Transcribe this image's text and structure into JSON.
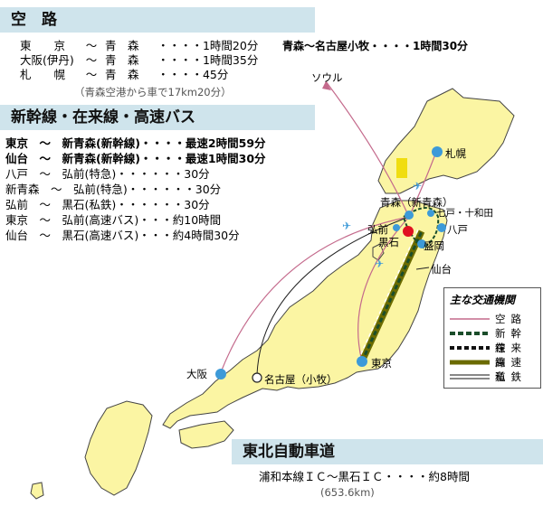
{
  "air": {
    "heading": "空　路",
    "routes": [
      {
        "origin": "東　　京",
        "dest": "青　森",
        "time": "1時間20分"
      },
      {
        "origin": "大阪(伊丹)",
        "dest": "青　森",
        "time": "1時間35分"
      },
      {
        "origin": "札　　幌",
        "dest": "青　森",
        "time": "45分"
      }
    ],
    "separator": "～",
    "dots": "・・・・",
    "note": "（青森空港から車で17km20分）",
    "extra_route": "青森～名古屋小牧・・・・1時間30分"
  },
  "rail": {
    "heading": "新幹線・在来線・高速バス",
    "routes": [
      {
        "text": "東京　～　新青森(新幹線)・・・・最速2時間59分",
        "bold": true
      },
      {
        "text": "仙台　～　新青森(新幹線)・・・・最速1時間30分",
        "bold": true
      },
      {
        "text": "八戸　～　弘前(特急)・・・・・・30分",
        "bold": false
      },
      {
        "text": "新青森　～　弘前(特急)・・・・・・30分",
        "bold": false
      },
      {
        "text": "弘前　～　黒石(私鉄)・・・・・・30分",
        "bold": false
      },
      {
        "text": "東京　～　弘前(高速バス)・・・約10時間",
        "bold": false
      },
      {
        "text": "仙台　～　黒石(高速バス)・・・約4時間30分",
        "bold": false
      }
    ]
  },
  "expressway": {
    "heading": "東北自動車道",
    "route": "浦和本線ＩＣ～黒石ＩＣ・・・・約8時間",
    "distance": "(653.6km)"
  },
  "legend": {
    "title": "主な交通機関",
    "items": [
      {
        "label": "空路",
        "style": "air"
      },
      {
        "label": "新幹線",
        "style": "shinkansen"
      },
      {
        "label": "在来線",
        "style": "conventional"
      },
      {
        "label": "高速道",
        "style": "expressway"
      },
      {
        "label": "私鉄",
        "style": "private"
      }
    ]
  },
  "map_labels": {
    "seoul": "ソウル",
    "sapporo": "札幌",
    "aomori": "青森（新青森）",
    "towada": "七戸・十和田",
    "hirosaki": "弘前",
    "kuroishi": "黒石",
    "hachinohe": "八戸",
    "morioka": "盛岡",
    "sendai": "仙台",
    "tokyo": "東京",
    "osaka": "大阪",
    "nagoya": "名古屋（小牧）"
  },
  "colors": {
    "land": "#fbf5a3",
    "header_bg": "#cfe4ec",
    "air_route": "#c46a8c",
    "city_dot": "#3d9ad8",
    "destination": "#e01020",
    "expressway": "#6b6b00",
    "highlight": "#f0dd10"
  }
}
